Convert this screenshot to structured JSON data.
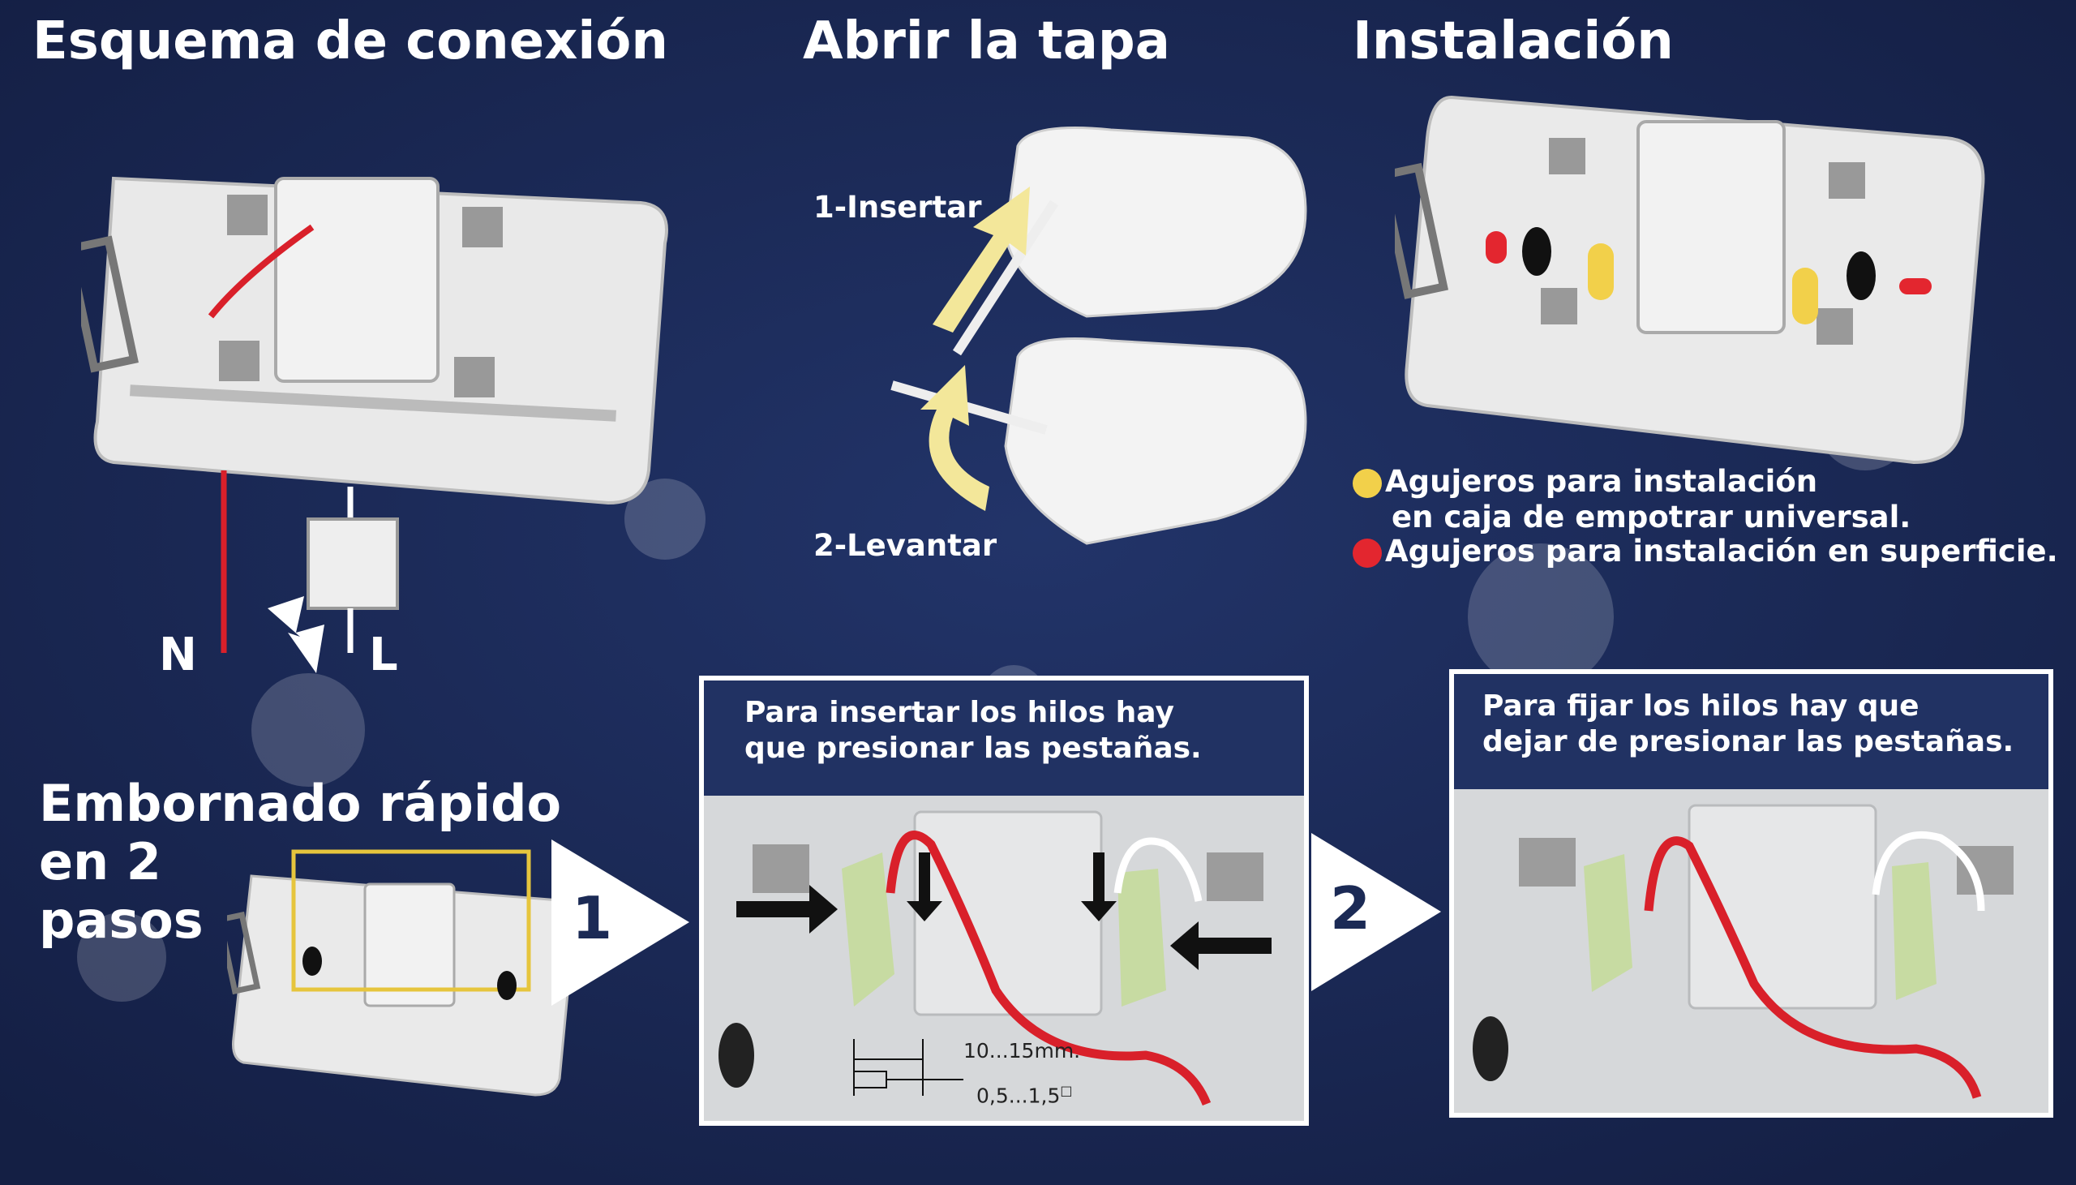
{
  "sections": {
    "schema_title": "Esquema de conexión",
    "open_title": "Abrir la tapa",
    "install_title": "Instalación",
    "quick_title": [
      "Embornado rápido",
      "en 2",
      "pasos"
    ]
  },
  "schema": {
    "label_n": "N",
    "label_l": "L"
  },
  "open_cover": {
    "step1": "1-Insertar",
    "step2": "2-Levantar"
  },
  "install_legend": {
    "yellow_line1": "Agujeros para instalación",
    "yellow_line2": "en caja de empotrar universal.",
    "red": "Agujeros para instalación en superficie.",
    "yellow_color": "#f2d04a",
    "red_color": "#e3262f"
  },
  "steps": {
    "step1_number": "1",
    "step2_number": "2",
    "box1_line1": "Para insertar los hilos hay",
    "box1_line2": "que presionar las pestañas.",
    "box2_line1": "Para fijar los hilos hay que",
    "box2_line2": "dejar de presionar las pestañas.",
    "strip_length": "10...15mm.",
    "wire_section": "0,5...1,5",
    "wire_section_sup": "□"
  },
  "colors": {
    "background": "#1b2a55",
    "wire_red": "#d9202a",
    "tab_green": "#c7dba2"
  }
}
